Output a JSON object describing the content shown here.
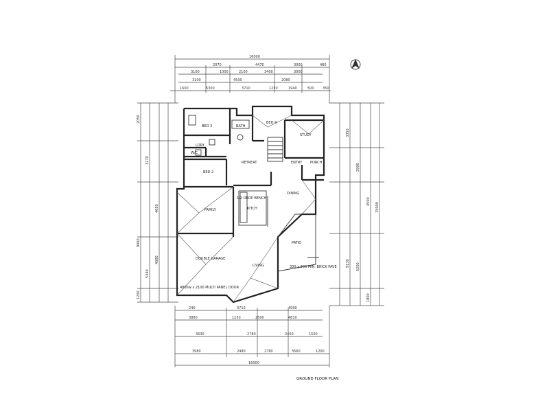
{
  "plan": {
    "title": "GROUND FLOOR PLAN",
    "overall_width": "16000",
    "overall_depth": "15000",
    "door_label": "4800w x 2100 MULTI PANEL DOOR",
    "bench_label": "1/2 DROP BENCH",
    "paving_label": "300 x 300 MIN. BRICK PAVE"
  },
  "rooms": {
    "bed3": "BED 3",
    "bath": "BATH",
    "bed4": "BED 4",
    "study": "STUDY",
    "ldry": "LDRY",
    "wc": "W/C",
    "retreat": "RETREAT",
    "entry": "ENTRY",
    "porch": "PORCH",
    "bed2": "BED 2",
    "dining": "DINING",
    "kitchen": "KITCH",
    "family": "FAMILY",
    "patio": "PATIO",
    "garage": "DOUBLE GARAGE",
    "living": "LIVING"
  },
  "dims_top": {
    "row1": [
      "16000"
    ],
    "row2": [
      "2070",
      "4470",
      "3000",
      "480"
    ],
    "row3": [
      "3100",
      "1000",
      "2100",
      "3400",
      "3000"
    ],
    "row4": [
      "3100",
      "4500",
      "2080"
    ],
    "row5": [
      "1600",
      "5300",
      "3710",
      "1250",
      "1940",
      "500",
      "350"
    ]
  },
  "dims_bottom": {
    "row1": [
      "240",
      "3710",
      "4990"
    ],
    "row2": [
      "3880",
      "1250",
      "2500",
      "4810"
    ],
    "row3": [
      "3630",
      "2780",
      "2450",
      "1500"
    ],
    "row4": [
      "3980",
      "2480",
      "2780",
      "3560",
      "1200"
    ],
    "row5": [
      "16000"
    ]
  },
  "dims_left": [
    "2050",
    "3270",
    "4050",
    "9460",
    "4000",
    "5340",
    "1200"
  ],
  "dims_right": [
    "3350",
    "2990",
    "4500",
    "9130",
    "5200",
    "1800",
    "15000"
  ]
}
